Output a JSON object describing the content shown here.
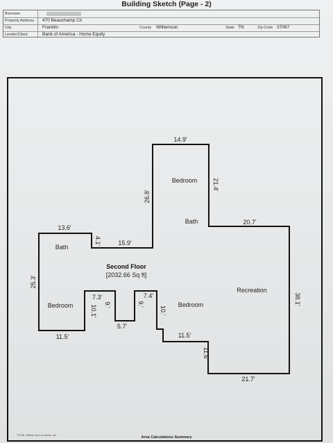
{
  "title": "Building Sketch (Page - 2)",
  "header": {
    "borrower_label": "Borrower",
    "address_label": "Property Address",
    "address_value": "470 Beauchamp Cir",
    "city_label": "City",
    "city_value": "Franklin",
    "county_label": "County",
    "county_value": "Williamson",
    "state_label": "State",
    "state_value": "TN",
    "zip_label": "Zip Code",
    "zip_value": "37067",
    "lender_label": "Lender/Client",
    "lender_value": "Bank of America - Home Equity"
  },
  "sketch": {
    "floor_title": "Second Floor",
    "floor_area": "[2032.66 Sq ft]",
    "rooms": {
      "bedroom_top": "Bedroom",
      "bath_top": "Bath",
      "bath_left": "Bath",
      "bedroom_left": "Bedroom",
      "bedroom_mid": "Bedroom",
      "recreation": "Recreation"
    },
    "dimensions": {
      "d_14_9": "14.9'",
      "d_21_4": "21.4'",
      "d_26_8": "26.8'",
      "d_20_7": "20.7'",
      "d_13_6": "13.6'",
      "d_4_1": "4.1'",
      "d_15_9": "15.9'",
      "d_25_3": "25.3'",
      "d_7_3": "7.3'",
      "d_7_4": "7.4'",
      "d_9_left": "9.'",
      "d_10_1": "10.1'",
      "d_9_right": "9.'",
      "d_10_right": "10.'",
      "d_5_7": "5.7'",
      "d_11_5_left": "11.5'",
      "d_11_5_mid": "11.5'",
      "d_11_6": "11.6'",
      "d_21_7": "21.7'",
      "d_38_1": "38.1'"
    }
  },
  "footer": {
    "software": "TOTAL Sketch by a la mode, inc.",
    "summary": "Area Calculations Summary"
  }
}
